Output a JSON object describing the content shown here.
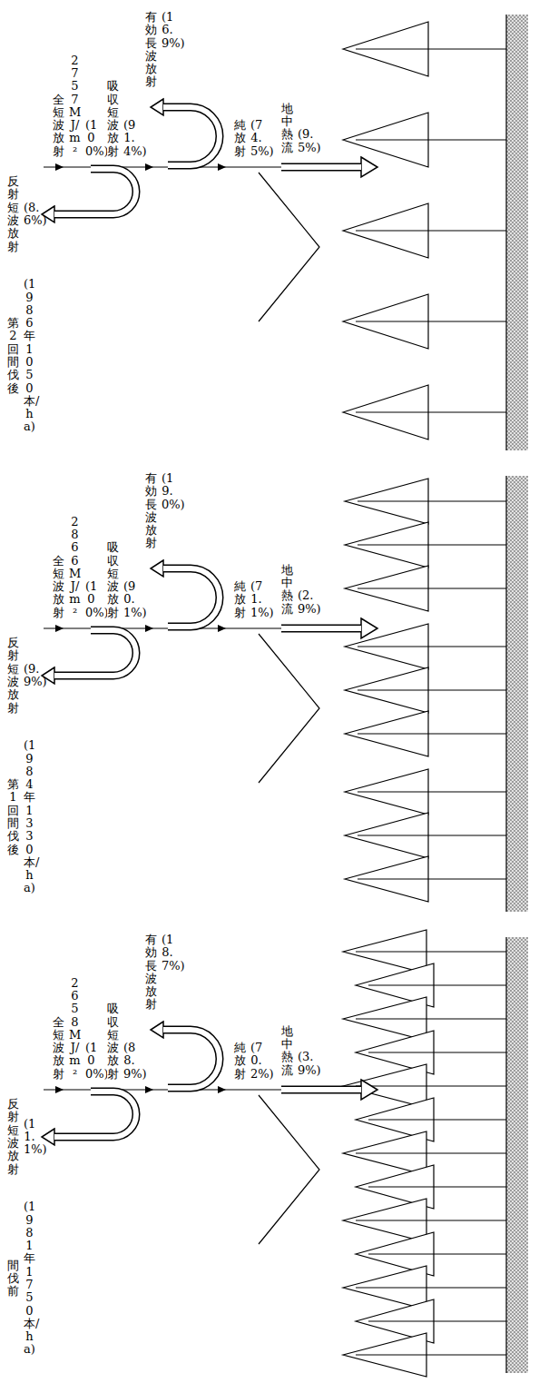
{
  "diagram": {
    "labels": [
      "間伐前",
      "(1981年1750本/ha)",
      "反射短波放射",
      "(11.1%)",
      "全短波放射",
      "2658MJ/m²",
      "(100%)",
      "吸収短波放射",
      "(88.9%)",
      "有効長波放射",
      "(18.7%)",
      "純放射",
      "(70.2%)",
      "地中熱流",
      "(3.9%)",
      "第1回 間伐後",
      "(1984年1330本/ha)",
      "反射短波放射",
      "(9.9%)",
      "全短波放射",
      "2866MJ/m²",
      "(100%)",
      "吸収短波放射",
      "(90.1%)",
      "有効長波放射",
      "(19.0%)",
      "純放射",
      "(71.1%)",
      "地中熱流",
      "(2.9%)",
      "第2回 間伐後",
      "(1986年1050本/ha)",
      "反射短波放射",
      "(8.6%)",
      "全短波放射",
      "2757MJ/m²",
      "(100%)",
      "吸収短波放射",
      "(91.4%)",
      "有効長波放射",
      "(16.9%)",
      "純放射",
      "(74.5%)",
      "地中熱流",
      "(9.5%)"
    ]
  }
}
